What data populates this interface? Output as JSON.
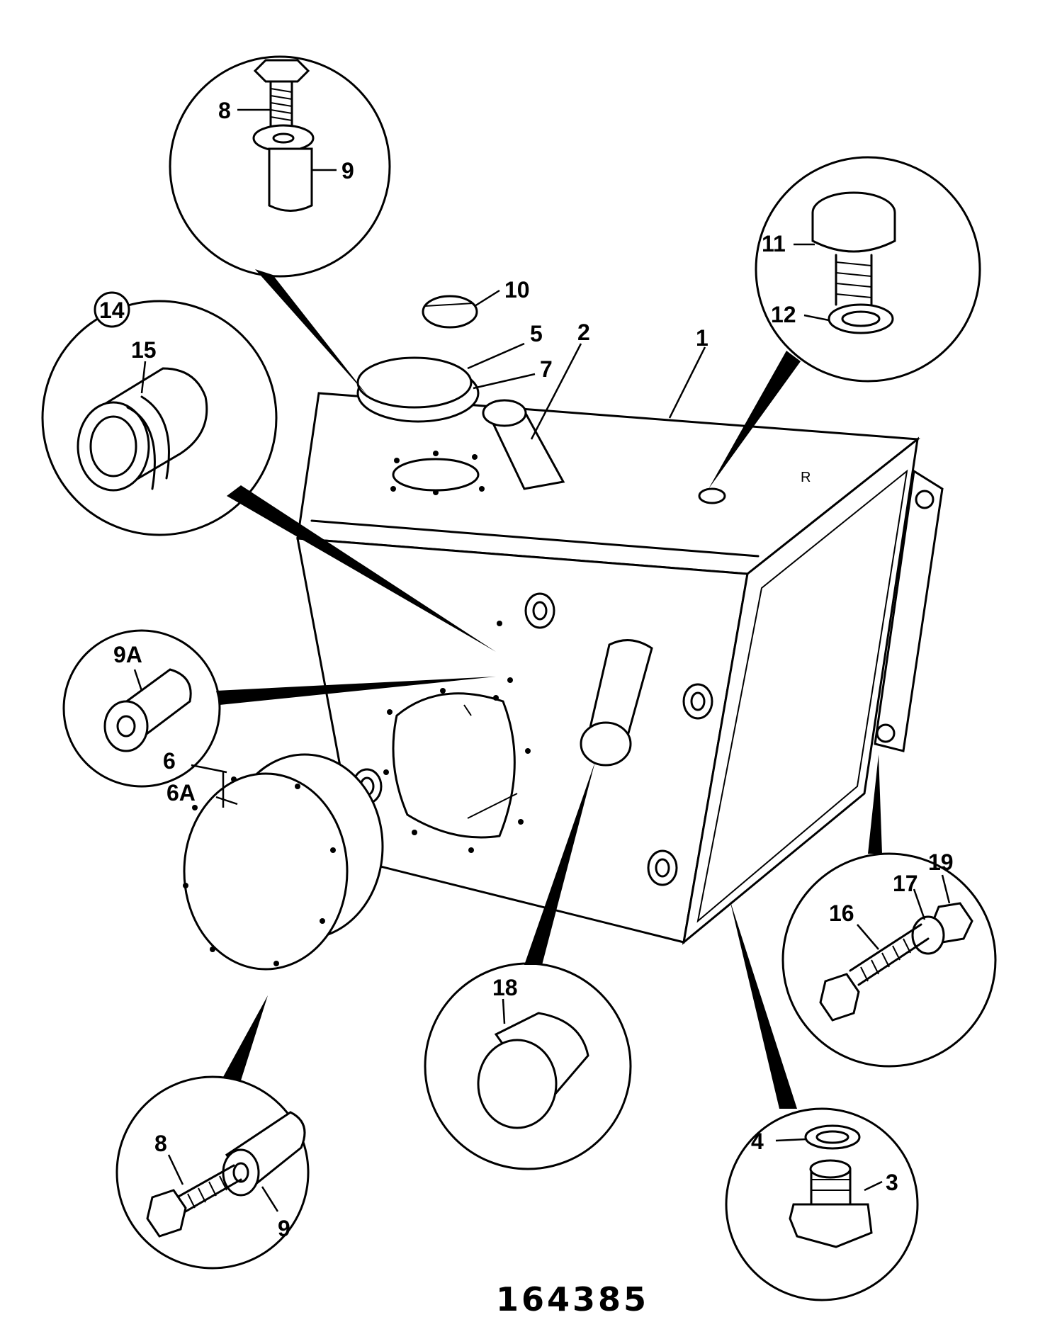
{
  "drawing_number": "164385",
  "part_labels": {
    "p1": "1",
    "p2": "2",
    "p3": "3",
    "p4": "4",
    "p5": "5",
    "p6": "6",
    "p6a": "6A",
    "p7": "7",
    "p8a": "8",
    "p8b": "8",
    "p9a": "9",
    "p9b": "9",
    "p9A": "9A",
    "p10": "10",
    "p11": "11",
    "p12": "12",
    "p14": "14",
    "p15": "15",
    "p16": "16",
    "p17": "17",
    "p18": "18",
    "p19": "19"
  },
  "tank_mark": "R"
}
